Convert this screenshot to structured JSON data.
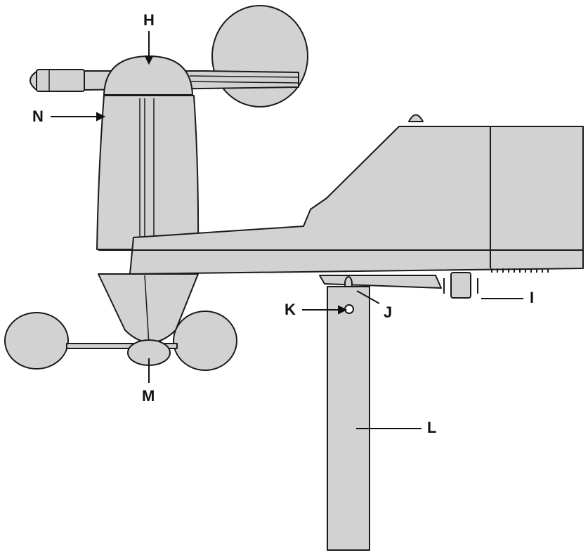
{
  "colors": {
    "body_fill": "#d2d2d2",
    "outline": "#1a1a1a",
    "background": "#ffffff",
    "label": "#111111"
  },
  "labels": {
    "H": "H",
    "N": "N",
    "K": "K",
    "J": "J",
    "I": "I",
    "M": "M",
    "L": "L"
  },
  "icons": {
    "wind_vane": "wind-vane-icon",
    "anemometer_cup": "anemometer-cup-icon",
    "mounting_pole": "mounting-pole-icon",
    "battery_compartment": "battery-compartment-icon"
  }
}
